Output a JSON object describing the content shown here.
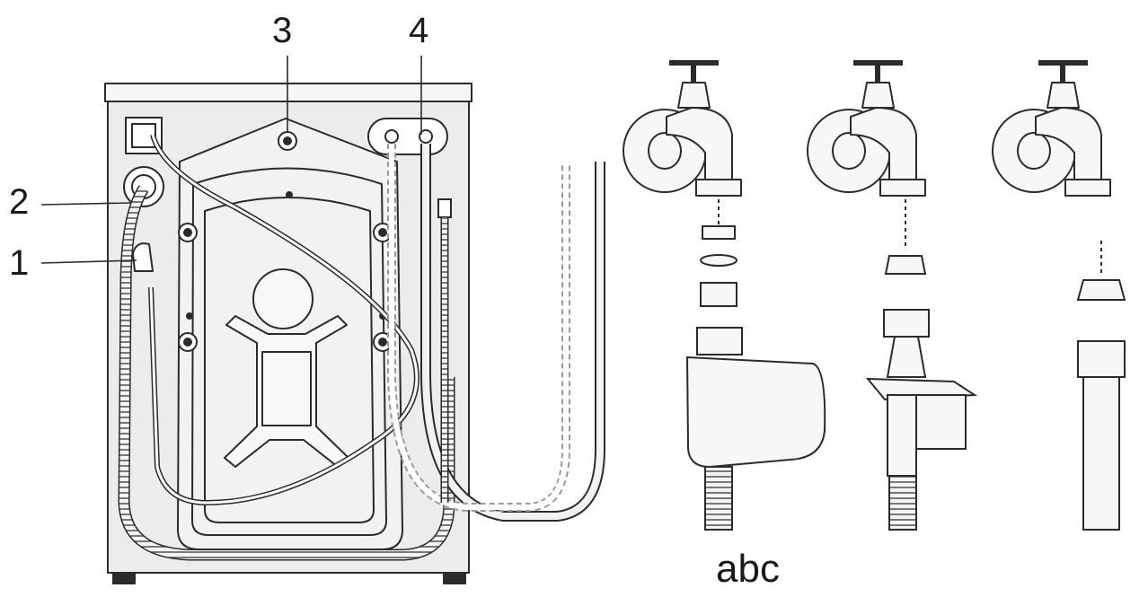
{
  "callouts": {
    "c1": "1",
    "c2": "2",
    "c3": "3",
    "c4": "4"
  },
  "caption": "abc",
  "colors": {
    "line": "#2b2b2b",
    "machine_fill": "#ececec",
    "panel_fill": "#f6f6f6",
    "dashed": "#9a9a9a"
  },
  "icons": [
    "washing-machine-rear-icon",
    "water-tap-icon",
    "hose-connector-icon"
  ]
}
